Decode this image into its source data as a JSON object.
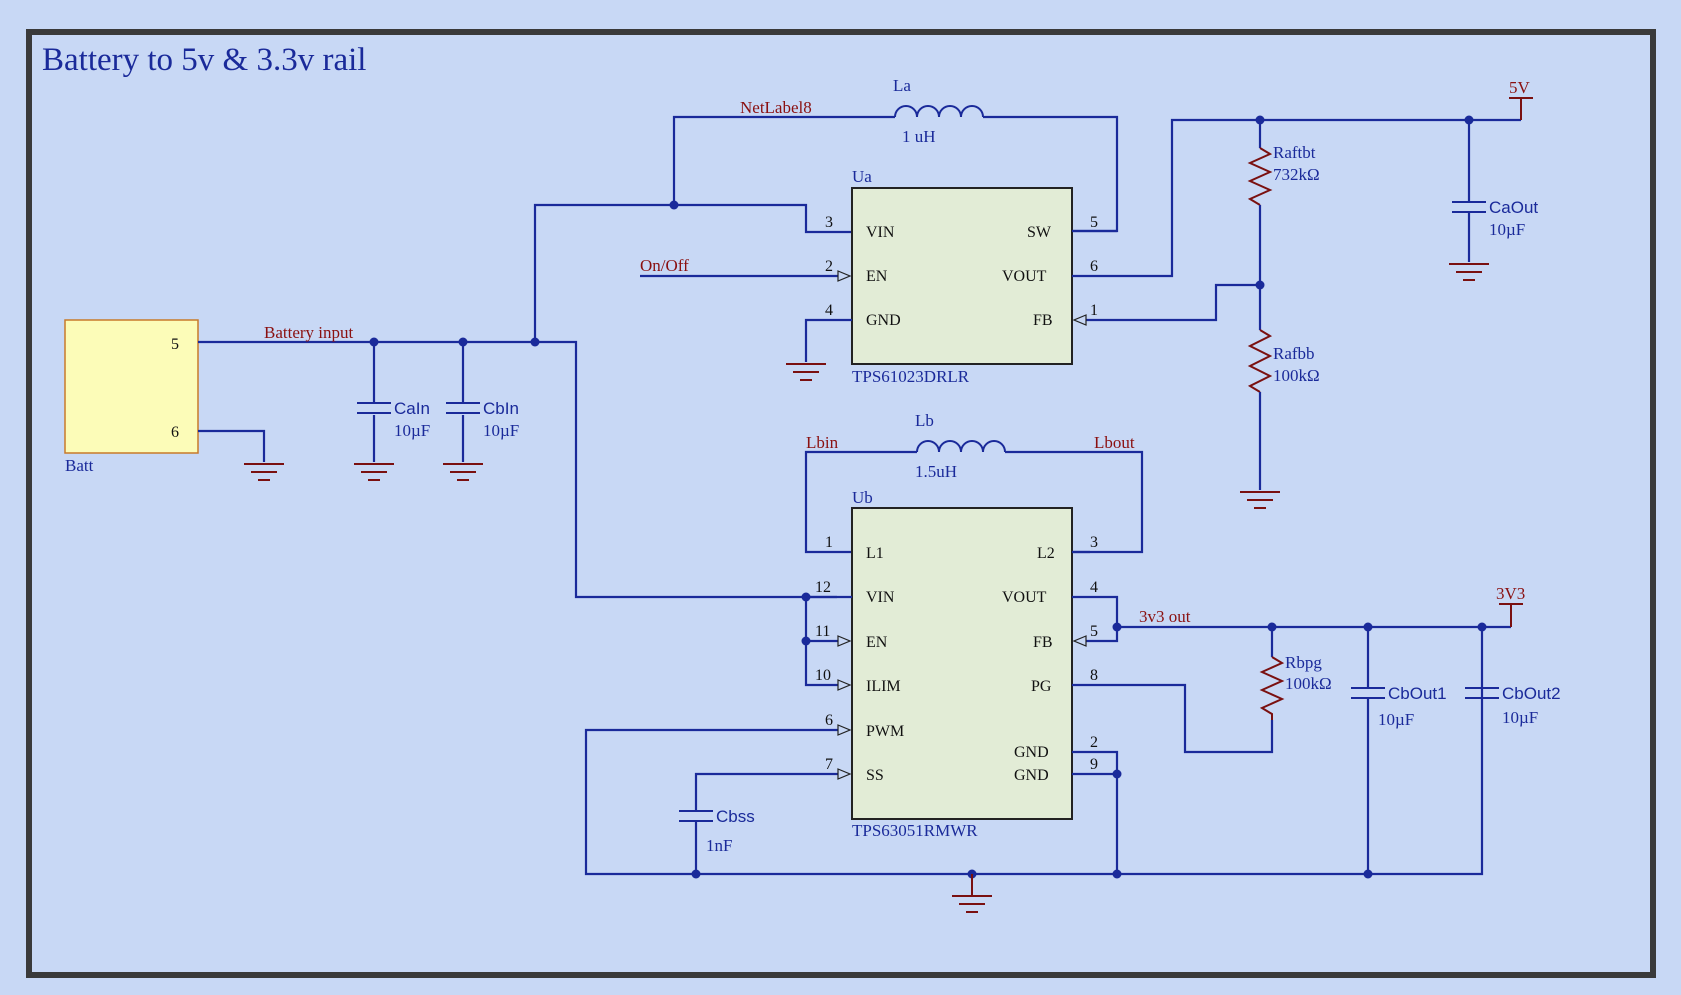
{
  "title": "Battery to 5v & 3.3v rail",
  "battery": {
    "ref": "Batt",
    "pins": [
      "5",
      "6"
    ]
  },
  "nets": {
    "battery_input": "Battery input",
    "netlabel8": "NetLabel8",
    "on_off": "On/Off",
    "lbin": "Lbin",
    "lbout": "Lbout",
    "out_3v3": "3v3  out"
  },
  "power_flags": {
    "v5": "5V",
    "v3v3": "3V3"
  },
  "capacitors": {
    "cain": {
      "ref": "CaIn",
      "value": "10µF"
    },
    "cbin": {
      "ref": "CbIn",
      "value": "10µF"
    },
    "caout": {
      "ref": "CaOut",
      "value": "10µF"
    },
    "cbout1": {
      "ref": "CbOut1",
      "value": "10µF"
    },
    "cbout2": {
      "ref": "CbOut2",
      "value": "10µF"
    },
    "cbss": {
      "ref": "Cbss",
      "value": "1nF"
    }
  },
  "inductors": {
    "la": {
      "ref": "La",
      "value": "1 uH"
    },
    "lb": {
      "ref": "Lb",
      "value": "1.5uH"
    }
  },
  "resistors": {
    "raftbt": {
      "ref": "Raftbt",
      "value": "732kΩ"
    },
    "rafbb": {
      "ref": "Rafbb",
      "value": "100kΩ"
    },
    "rbpg": {
      "ref": "Rbpg",
      "value": "100kΩ"
    }
  },
  "ua": {
    "ref": "Ua",
    "part": "TPS61023DRLR",
    "left_pins": [
      {
        "num": "3",
        "name": "VIN"
      },
      {
        "num": "2",
        "name": "EN"
      },
      {
        "num": "4",
        "name": "GND"
      }
    ],
    "right_pins": [
      {
        "num": "5",
        "name": "SW"
      },
      {
        "num": "6",
        "name": "VOUT"
      },
      {
        "num": "1",
        "name": "FB"
      }
    ]
  },
  "ub": {
    "ref": "Ub",
    "part": "TPS63051RMWR",
    "left_pins": [
      {
        "num": "1",
        "name": "L1"
      },
      {
        "num": "12",
        "name": "VIN"
      },
      {
        "num": "11",
        "name": "EN"
      },
      {
        "num": "10",
        "name": "ILIM"
      },
      {
        "num": "6",
        "name": "PWM"
      },
      {
        "num": "7",
        "name": "SS"
      }
    ],
    "right_pins": [
      {
        "num": "3",
        "name": "L2"
      },
      {
        "num": "4",
        "name": "VOUT"
      },
      {
        "num": "5",
        "name": "FB"
      },
      {
        "num": "8",
        "name": "PG"
      },
      {
        "num": "2",
        "name": "GND"
      },
      {
        "num": "9",
        "name": "GND"
      }
    ]
  },
  "colors": {
    "background": "#c8d8f5",
    "wire": "#1a2a9a",
    "power_symbol": "#7a1010",
    "ic_fill": "#e2ecd6",
    "battery_fill": "#fcfcb8"
  }
}
